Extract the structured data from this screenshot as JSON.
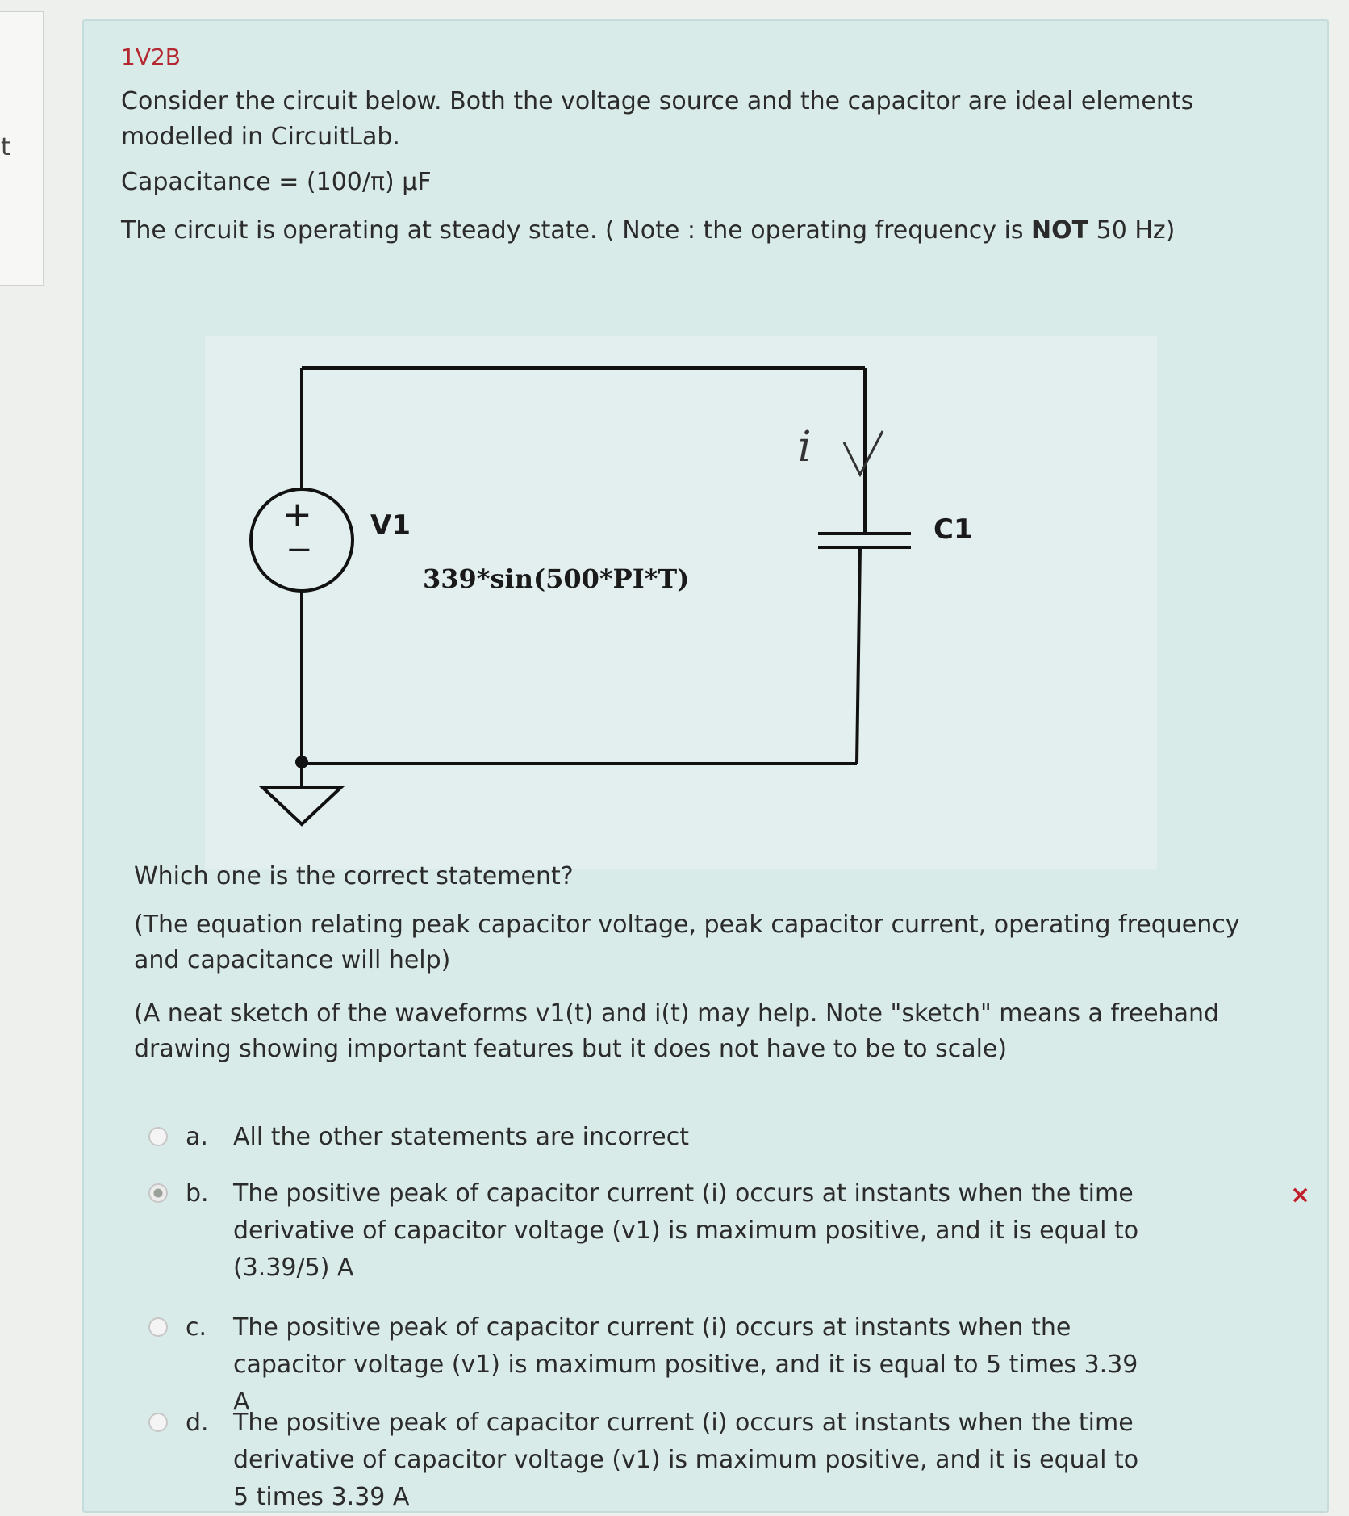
{
  "left_nav": {
    "fragment": "t"
  },
  "question": {
    "number": "1V2B",
    "intro": "Consider  the circuit below. Both the voltage source and the capacitor are ideal elements modelled in CircuitLab.",
    "capacitance": "Capacitance = (100/π) μF",
    "steady_state_prefix": "The circuit is operating at steady state. ( Note : the operating frequency is ",
    "steady_state_bold": "NOT",
    "steady_state_suffix": " 50 Hz)",
    "prompt": "Which one is the correct statement?",
    "hint1": "(The equation relating peak capacitor voltage, peak capacitor current, operating frequency and capacitance will help)",
    "hint2": "(A  neat sketch of the waveforms v1(t) and i(t) may help.  Note \"sketch\" means a freehand drawing showing important features but it does not have to be to scale)"
  },
  "circuit": {
    "source_name": "V1",
    "source_expression": "339*sin(500*PI*T)",
    "capacitor_name": "C1",
    "current_label": "i",
    "plus_sign": "+",
    "minus_sign": "−"
  },
  "options": [
    {
      "letter": "a.",
      "text": "All the other statements are incorrect",
      "selected": false
    },
    {
      "letter": "b.",
      "text": "The positive peak of capacitor current (i) occurs at instants when the time derivative of capacitor voltage (v1) is maximum positive, and it is equal to (3.39/5) A",
      "selected": true,
      "mark": "×"
    },
    {
      "letter": "c.",
      "text": "The positive peak of capacitor current (i) occurs at instants when the capacitor voltage (v1) is maximum positive, and it is equal to 5 times 3.39 A",
      "selected": false
    },
    {
      "letter": "d.",
      "text": "The positive peak of capacitor current (i) occurs at instants when the time derivative of capacitor voltage (v1) is maximum positive, and it is equal to 5 times 3.39 A",
      "selected": false
    }
  ],
  "colors": {
    "question_number": "#b4272e",
    "panel_background": "#d9ebe9",
    "wrong_mark": "#c0202a"
  }
}
